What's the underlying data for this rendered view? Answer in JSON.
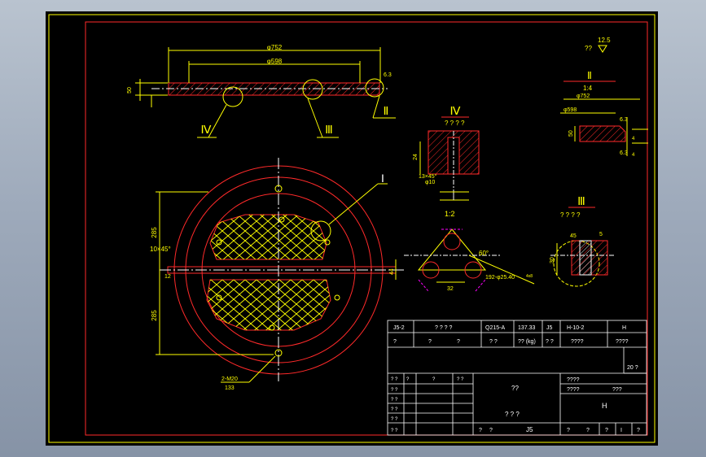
{
  "colors": {
    "background": "#000000",
    "frame": "#ffff00",
    "outline": "#ff2a2a",
    "dimension": "#ffff00",
    "centerline": "#ffffff",
    "hatch": "#ffffff",
    "accent": "#ff00ff"
  },
  "roughness": {
    "value": "12.5",
    "symbol": "??"
  },
  "section_top": {
    "dims": {
      "d752": "φ752",
      "d598": "φ598",
      "h50": "50",
      "r": "6.3"
    },
    "callouts": {
      "iv": "Ⅳ",
      "iii": "Ⅲ",
      "ii": "Ⅱ"
    }
  },
  "detail_iv": {
    "title": "Ⅳ",
    "note": "? ? ? ?",
    "dim24": "24",
    "chamfer": "13×45°",
    "hole": "φ10",
    "marker": "I",
    "scale": "1:2"
  },
  "detail_ii": {
    "title": "Ⅱ",
    "scale": "1:4",
    "d752": "φ752",
    "d598": "φ598",
    "h50": "50",
    "r1": "6.3",
    "r2": "6.3",
    "d1": "4",
    "d2": "4"
  },
  "detail_iii": {
    "title": "Ⅲ",
    "note": "? ? ? ?",
    "dim30": "30",
    "ang": "45",
    "r": "5"
  },
  "detail_holes": {
    "angle": "60°",
    "note": "192-φ25.40",
    "dim32": "32",
    "sub": "4x8"
  },
  "plan": {
    "callout": "I",
    "dims": {
      "top": "285",
      "bottom": "285",
      "chamfer": "10×45°",
      "gap": "12",
      "right": "44",
      "holes": "2-M20",
      "hole_depth": "133"
    }
  },
  "title_block": {
    "r1": [
      "J5-2",
      "? ? ? ?",
      "Q215-A",
      "137.33",
      "J5",
      "H-10-2",
      "H"
    ],
    "r2": [
      "?",
      "?",
      "?",
      "? ?",
      "?? (kg)",
      "? ?",
      "????",
      "????"
    ],
    "qty": "20  ?",
    "grid_header": [
      "? ?",
      "?",
      "?",
      "? ?"
    ],
    "grid_left": [
      "? ?",
      "? ?",
      "? ?",
      "? ?",
      "? ?"
    ],
    "middle_top": "??",
    "middle_bottom": "? ? ?",
    "right_rows": [
      "????",
      "????",
      "???"
    ],
    "right_big": "H",
    "bottom_left": [
      "?",
      "?"
    ],
    "bottom_mid": "J5",
    "bottom_right": [
      "?",
      "?",
      "?",
      "I",
      "?"
    ]
  }
}
